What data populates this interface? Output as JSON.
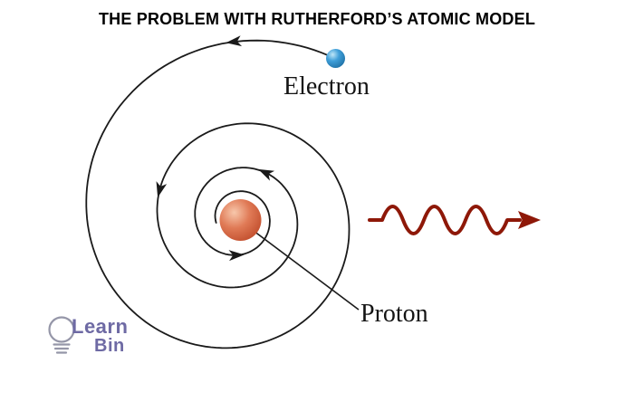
{
  "title": "THE PROBLEM WITH RUTHERFORD’S ATOMIC MODEL",
  "diagram": {
    "electron_label": "Electron",
    "proton_label": "Proton"
  },
  "logo": {
    "name_top": "Learn",
    "name_bottom": "Bin"
  },
  "icons": {
    "lightbulb": "lightbulb-icon",
    "radiation": "wavy-arrow-right-icon",
    "orbit_direction": "arrowhead-icon"
  },
  "colors": {
    "background": "#ffffff",
    "title_text": "#000000",
    "label_text": "#141414",
    "stroke": "#1a1a1a",
    "electron_highlight": "#bfe6f7",
    "electron_main": "#3f9fd9",
    "electron_edge": "#2173a8",
    "proton_highlight": "#f7c7ab",
    "proton_main": "#e07a56",
    "proton_edge": "#c24f2e",
    "radiation": "#8e1808",
    "logo_text": "#6e6aa4",
    "logo_bulb": "#9596a8"
  }
}
